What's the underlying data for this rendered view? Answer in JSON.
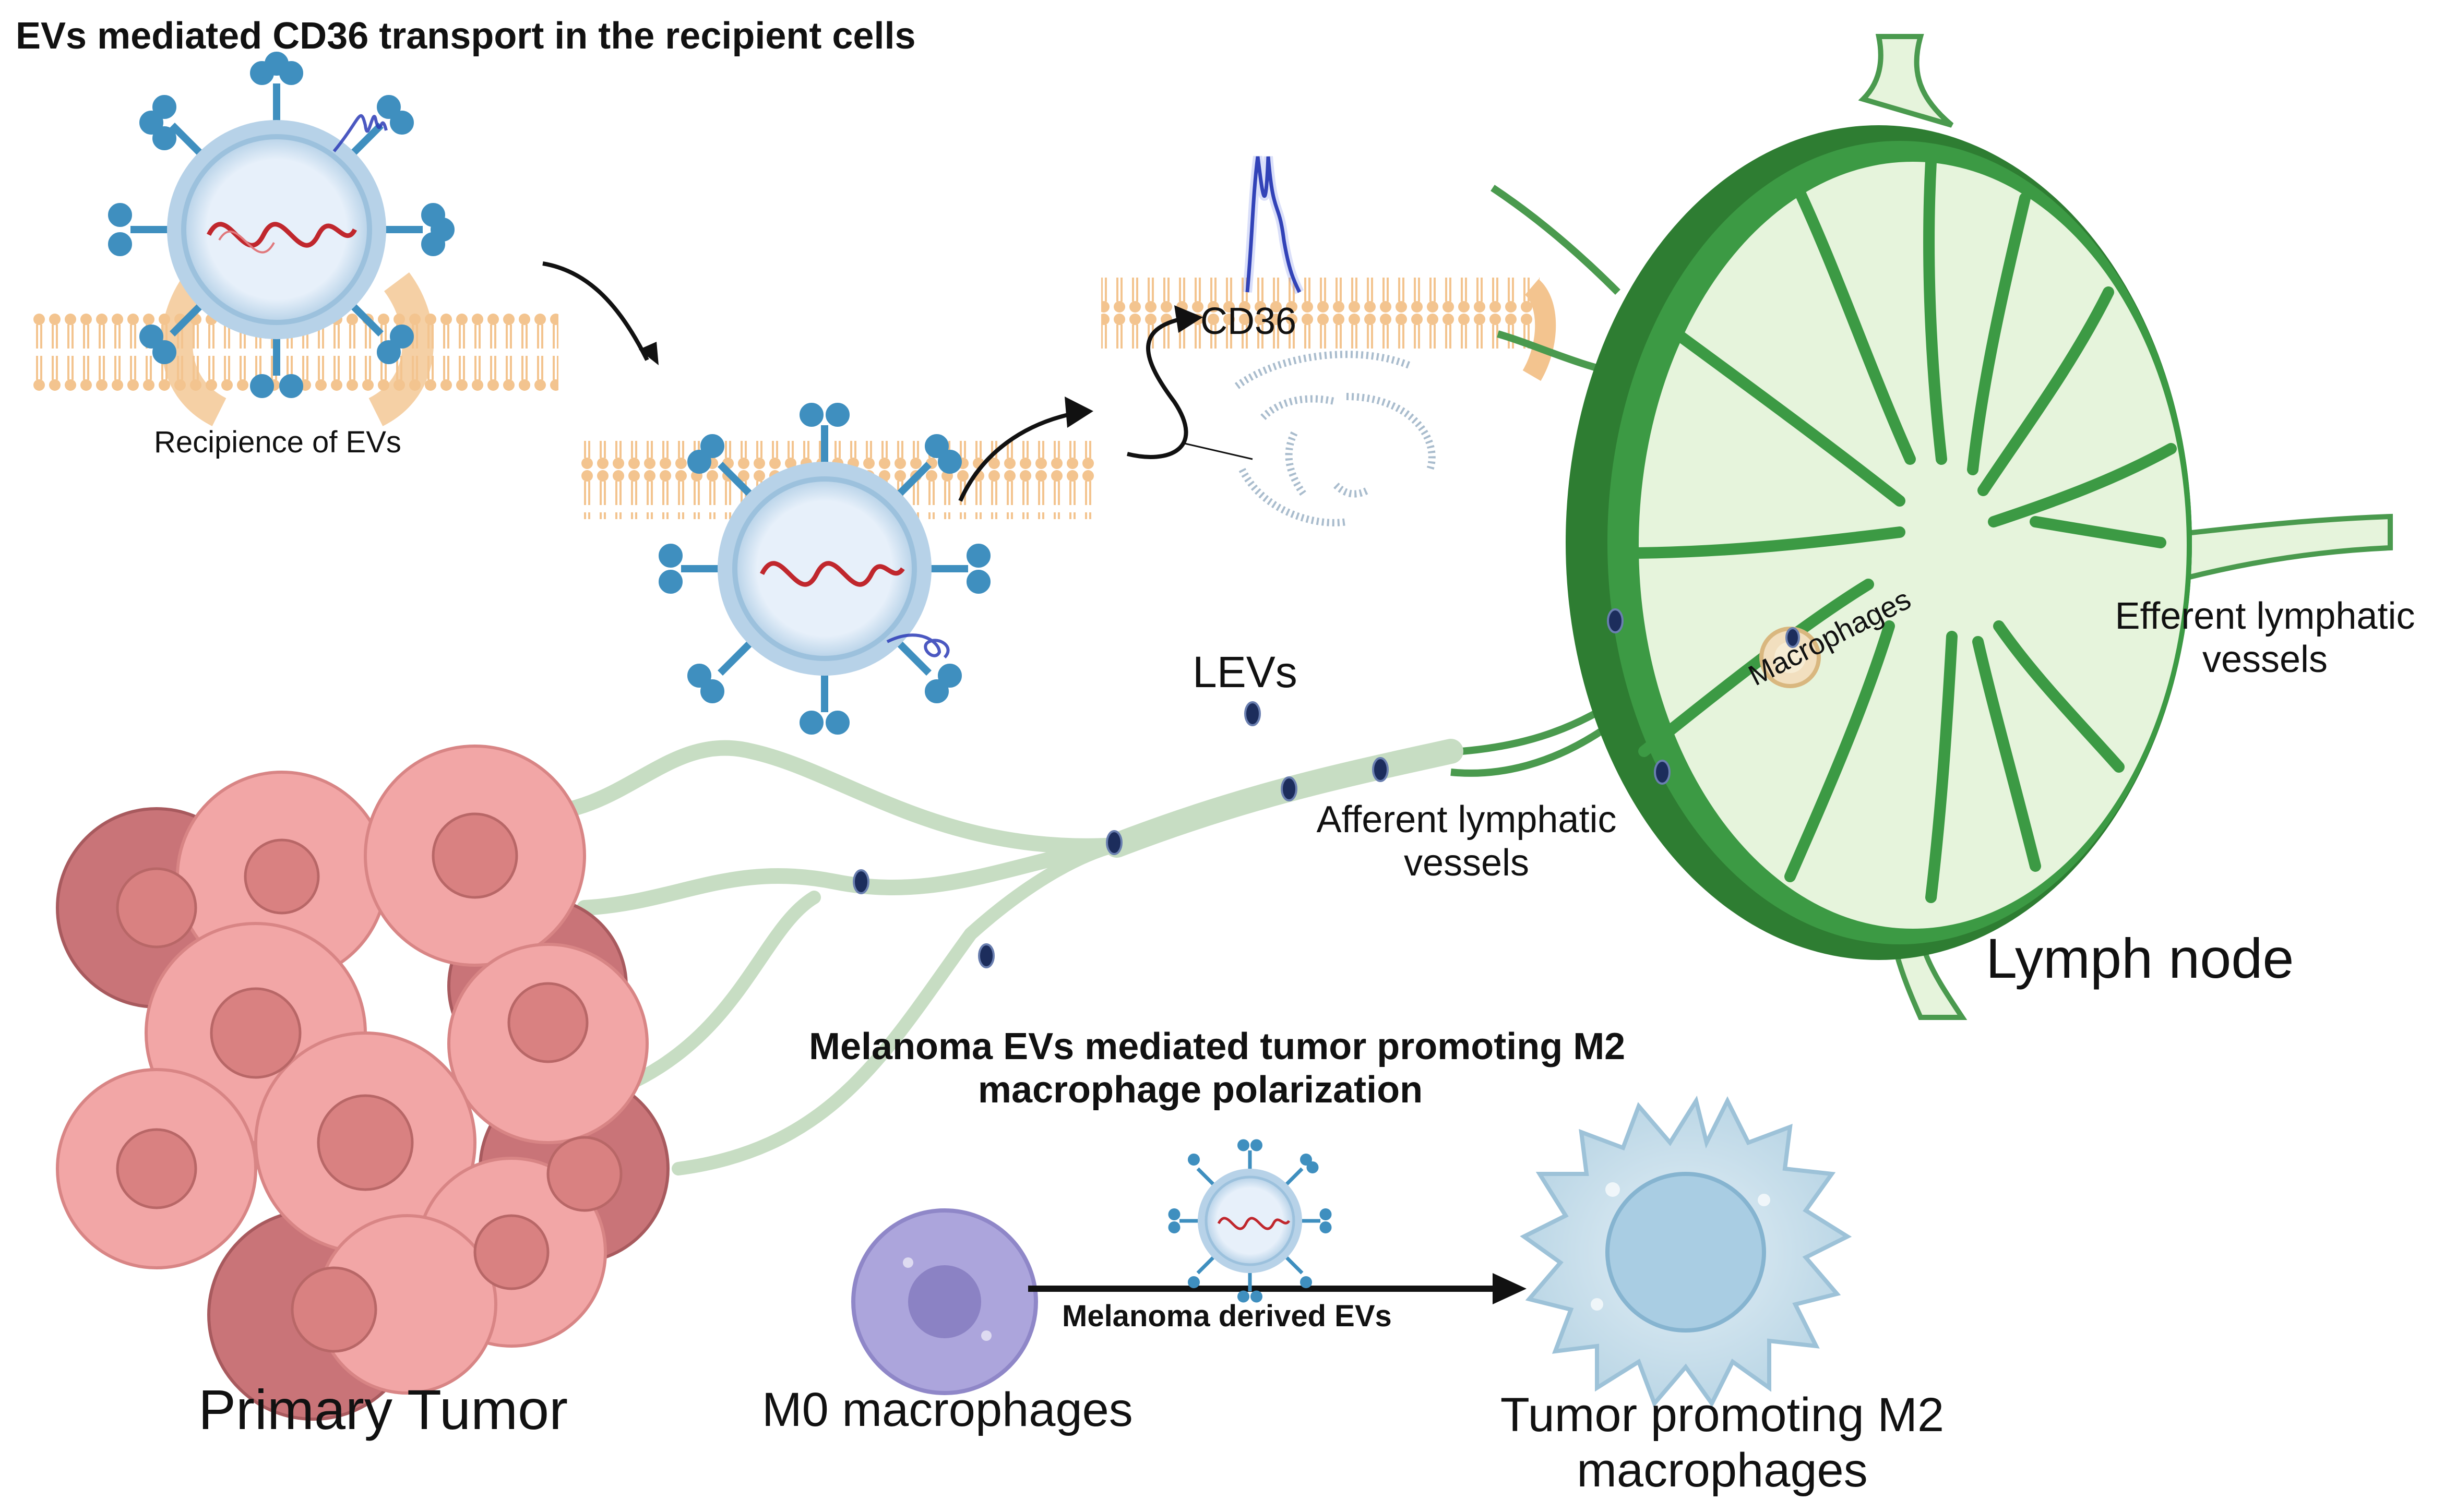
{
  "title": "EVs mediated CD36 transport in the recipient cells",
  "labels": {
    "recipience": "Recipience of EVs",
    "cd36": "CD36",
    "levs": "LEVs",
    "macrophages_in_node": "Macrophages",
    "efferent_line1": "Efferent lymphatic",
    "efferent_line2": "vessels",
    "afferent_line1": "Afferent lymphatic",
    "afferent_line2": "vessels",
    "lymph_node": "Lymph node",
    "polarization_line1": "Melanoma EVs mediated tumor promoting M2",
    "polarization_line2": "macrophage polarization",
    "primary_tumor": "Primary Tumor",
    "m0": "M0 macrophages",
    "melanoma_derived_evs": "Melanoma derived EVs",
    "m2_line1": "Tumor promoting M2",
    "m2_line2": "macrophages"
  },
  "colors": {
    "membrane": "#f3c48f",
    "ev_fill": "#dbe8f6",
    "ev_ring": "#9cc1dd",
    "receptor": "#3f8fbf",
    "rna": "#c0272d",
    "node_dark": "#2e7d32",
    "node_light": "#e6f4dc",
    "lymph_vessel": "#c7ddc3",
    "tumor_cell": "#ef9a9a",
    "m0_cell": "#a9a3d8",
    "m2_cell": "#cfe3ee"
  }
}
